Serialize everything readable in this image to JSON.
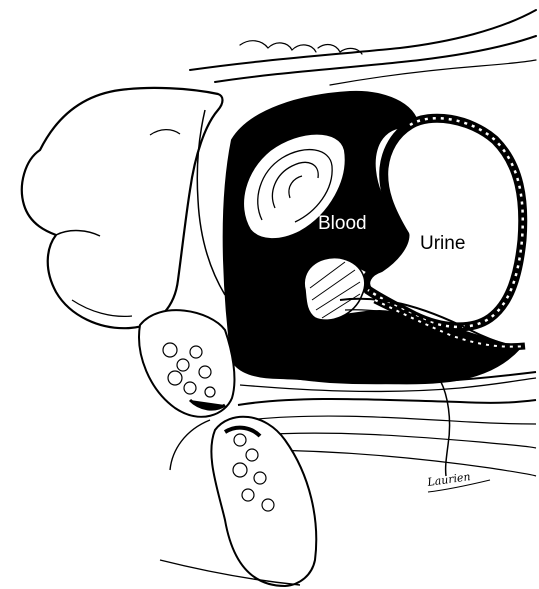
{
  "labels": {
    "blood": "Blood",
    "urine": "Urine"
  },
  "signature": "Laurien",
  "colors": {
    "ink": "#000000",
    "paper": "#ffffff"
  }
}
